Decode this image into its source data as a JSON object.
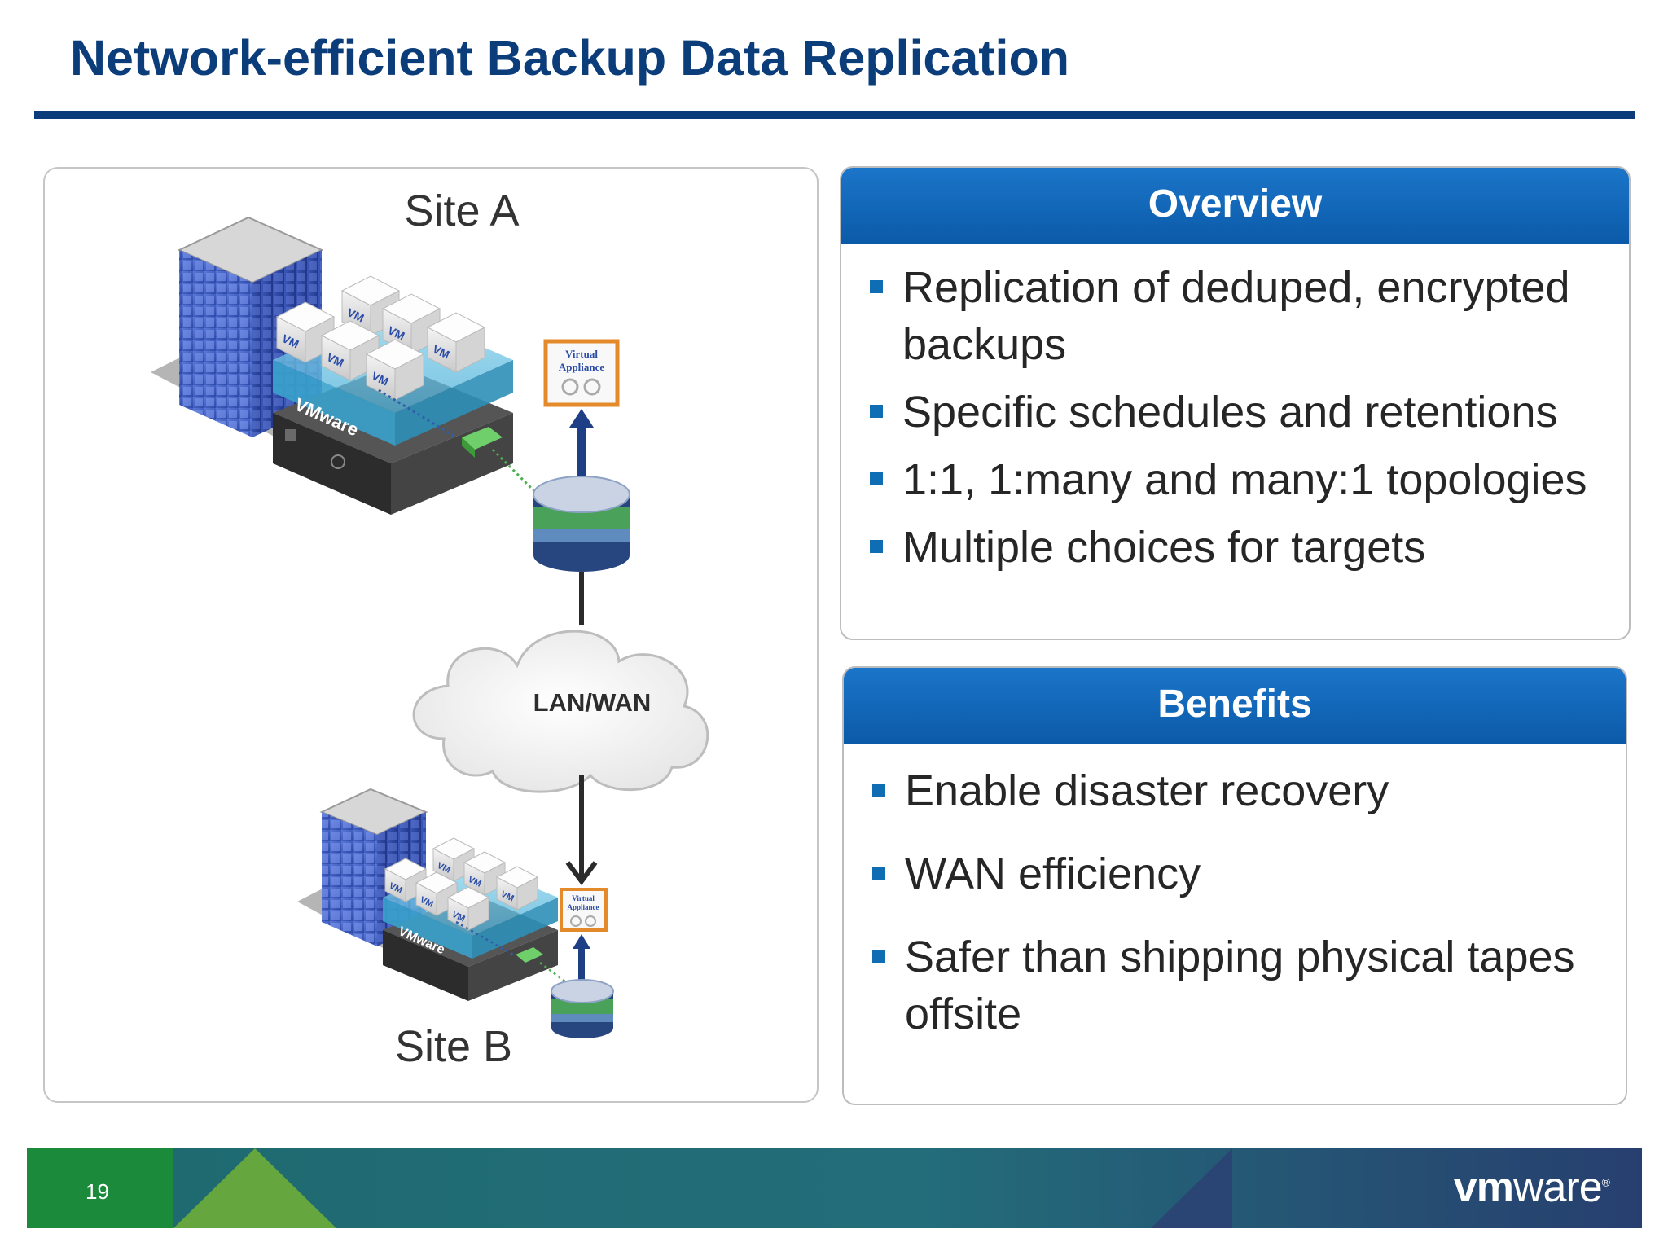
{
  "slide": {
    "title": "Network-efficient Backup Data Replication",
    "page_number": "19"
  },
  "diagram": {
    "site_a_label": "Site A",
    "site_b_label": "Site B",
    "cloud_label": "LAN/WAN",
    "appliance_line1": "Virtual",
    "appliance_line2": "Appliance",
    "vm_label": "VM",
    "hypervisor_label": "VMware"
  },
  "overview": {
    "header": "Overview",
    "items": [
      "Replication of deduped, encrypted backups",
      "Specific schedules and retentions",
      "1:1, 1:many and many:1 topologies",
      "Multiple choices for targets"
    ]
  },
  "benefits": {
    "header": "Benefits",
    "items": [
      "Enable disaster recovery",
      "WAN efficiency",
      "Safer than shipping physical tapes offsite"
    ]
  },
  "footer": {
    "logo_bold": "vm",
    "logo_rest": "ware",
    "logo_mark": "®"
  },
  "colors": {
    "title": "#0b3d7a",
    "header_blue": "#0b5aa8",
    "bullet": "#0e6db3"
  }
}
